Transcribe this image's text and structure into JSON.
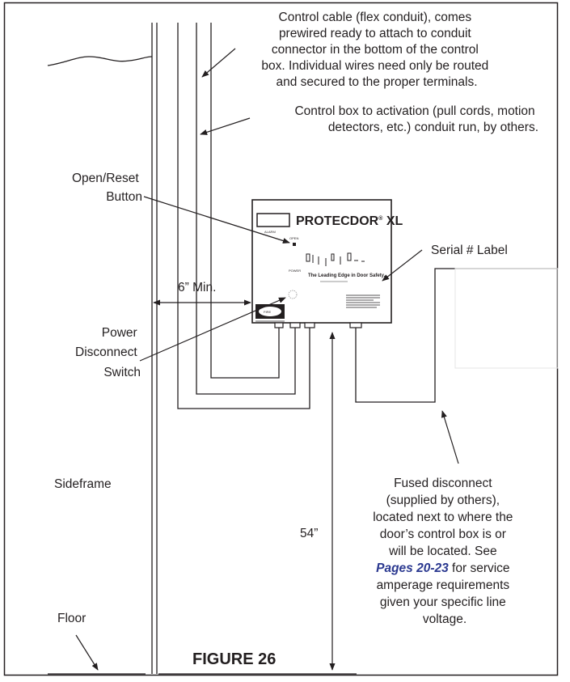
{
  "callouts": {
    "control_cable": [
      "Control cable (flex conduit), comes",
      "prewired ready to attach to conduit",
      "connector in the bottom of the control",
      "box.  Individual wires need only be routed",
      "and secured to the proper terminals."
    ],
    "activation_conduit": [
      "Control box to activation (pull cords, motion",
      "detectors, etc.) conduit run, by others."
    ],
    "open_reset": [
      "Open/Reset",
      "Button"
    ],
    "serial_label": "Serial # Label",
    "six_min": "6” Min.",
    "power_disconnect": [
      "Power",
      "Disconnect",
      "Switch"
    ],
    "sideframe": "Sideframe",
    "height": "54”",
    "floor": "Floor",
    "figure_title": "FIGURE 26",
    "fused_disconnect": {
      "lines_before": [
        "Fused disconnect",
        "(supplied by others),",
        "located next to where the",
        "door’s control box is or",
        "will be located.  See"
      ],
      "link_text": "Pages 20-23",
      "link_suffix": " for service",
      "lines_after": [
        "amperage requirements",
        "given your specific line",
        "voltage."
      ]
    }
  },
  "control_box": {
    "brand": "PROTECDOR",
    "model": " XL",
    "reg_mark": "®",
    "alarm_label": "ALARM",
    "open_label": "OPEN",
    "power_label": "POWER",
    "tagline": "The Leading Edge in Door Safety.",
    "logo_text": "FIRE"
  }
}
